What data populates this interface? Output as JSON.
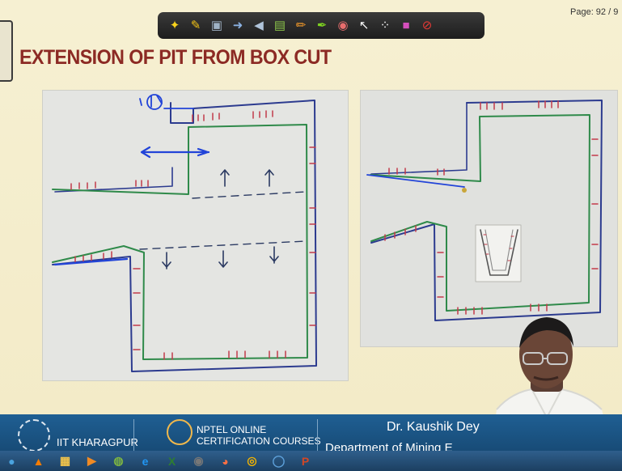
{
  "slide": {
    "title": "EXTENSION OF PIT FROM BOX CUT",
    "page": "Page: 92 / 9"
  },
  "toolbar": {
    "tools": [
      {
        "name": "pointer-pen-icon",
        "glyph": "✦",
        "color": "#f7d21d"
      },
      {
        "name": "highlighter-icon",
        "glyph": "✎",
        "color": "#f2c316"
      },
      {
        "name": "stamp-icon",
        "glyph": "▣",
        "color": "#9fb2c5"
      },
      {
        "name": "arrow-right-icon",
        "glyph": "➜",
        "color": "#8ab0e0"
      },
      {
        "name": "arrow-left-icon",
        "glyph": "◀",
        "color": "#b0c4da"
      },
      {
        "name": "screen-icon",
        "glyph": "▤",
        "color": "#8bc34a"
      },
      {
        "name": "pencil-icon",
        "glyph": "✏",
        "color": "#f39a2a"
      },
      {
        "name": "marker-icon",
        "glyph": "✒",
        "color": "#7ed321"
      },
      {
        "name": "eraser-icon",
        "glyph": "◉",
        "color": "#e86d6d"
      },
      {
        "name": "cursor-icon",
        "glyph": "↖",
        "color": "#ffffff"
      },
      {
        "name": "laser-icon",
        "glyph": "⁘",
        "color": "#ffffff"
      },
      {
        "name": "color-picker-icon",
        "glyph": "■",
        "color": "#d64fbd"
      },
      {
        "name": "clear-icon",
        "glyph": "⊘",
        "color": "#e53935"
      }
    ]
  },
  "footer": {
    "institute": "IIT KHARAGPUR",
    "nptel_line1": "NPTEL ONLINE",
    "nptel_line2": "CERTIFICATION COURSES",
    "instructor": "Dr. Kaushik Dey",
    "department": "Department of Mining E"
  },
  "taskbar": {
    "items": [
      {
        "name": "start-icon",
        "glyph": "●",
        "color": "#4aa3df"
      },
      {
        "name": "vlc-icon",
        "glyph": "▲",
        "color": "#f57c00"
      },
      {
        "name": "explorer-icon",
        "glyph": "▦",
        "color": "#f0c34b"
      },
      {
        "name": "media-player-icon",
        "glyph": "▶",
        "color": "#f08a24"
      },
      {
        "name": "paint-icon",
        "glyph": "◍",
        "color": "#7cb342"
      },
      {
        "name": "ie-icon",
        "glyph": "e",
        "color": "#2196f3"
      },
      {
        "name": "excel-icon",
        "glyph": "X",
        "color": "#2e7d32"
      },
      {
        "name": "camera-icon",
        "glyph": "◉",
        "color": "#777777"
      },
      {
        "name": "firefox-icon",
        "glyph": "◕",
        "color": "#ff7043"
      },
      {
        "name": "chrome-icon",
        "glyph": "◎",
        "color": "#f4b400"
      },
      {
        "name": "search-icon",
        "glyph": "◯",
        "color": "#5c9fd8"
      },
      {
        "name": "powerpoint-icon",
        "glyph": "P",
        "color": "#d24726"
      }
    ]
  }
}
